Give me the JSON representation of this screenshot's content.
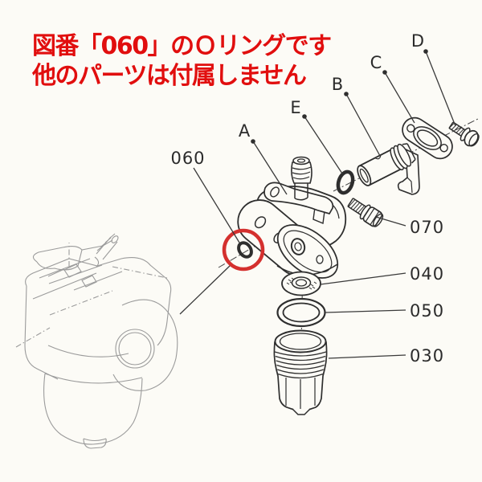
{
  "notice": {
    "line1": "図番「060」のＯリングです",
    "line2": "他のパーツは付属しません"
  },
  "callouts": {
    "a": "A",
    "b": "B",
    "c": "C",
    "d": "D",
    "e": "E",
    "n060": "060",
    "n070": "070",
    "n040": "040",
    "n050": "050",
    "n030": "030"
  },
  "parts": {
    "a": "valve-body",
    "b": "joint-cylinder",
    "c": "flange-gasket",
    "d": "screw",
    "e": "o-ring",
    "n060": "o-ring-highlighted",
    "n070": "bolt",
    "n040": "filter-washer",
    "n050": "bowl-gasket",
    "n030": "filter-cup"
  },
  "colors": {
    "notice_red": "#e10e0e",
    "highlight_red": "#d4302e",
    "diagram_line": "#2e2e2e",
    "carburetor_line": "#9b9b9b",
    "background": "#fcfbf6"
  }
}
